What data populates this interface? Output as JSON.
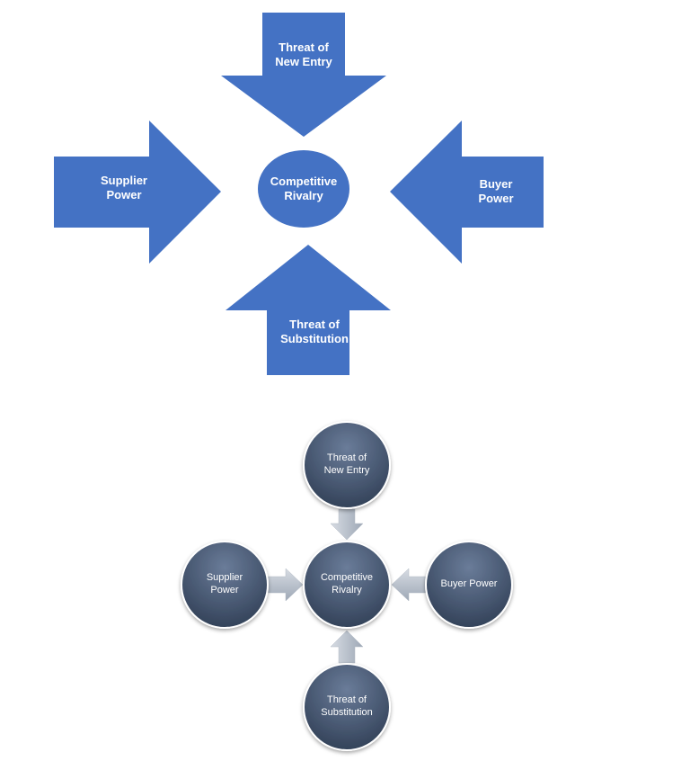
{
  "diagram_one": {
    "center": "Competitive\nRivalry",
    "top": "Threat of\nNew Entry",
    "left": "Supplier\nPower",
    "right": "Buyer\nPower",
    "bottom": "Threat of\nSubstitution"
  },
  "diagram_two": {
    "center": "Competitive\nRivalry",
    "top": "Threat of\nNew Entry",
    "left": "Supplier\nPower",
    "right": "Buyer Power",
    "bottom": "Threat of\nSubstitution"
  },
  "colors": {
    "primary_blue": "#4472C4",
    "circle_dark": "#3B4A62",
    "circle_light": "#5C6E8C",
    "arrow_gray": "#BFC6D0"
  }
}
